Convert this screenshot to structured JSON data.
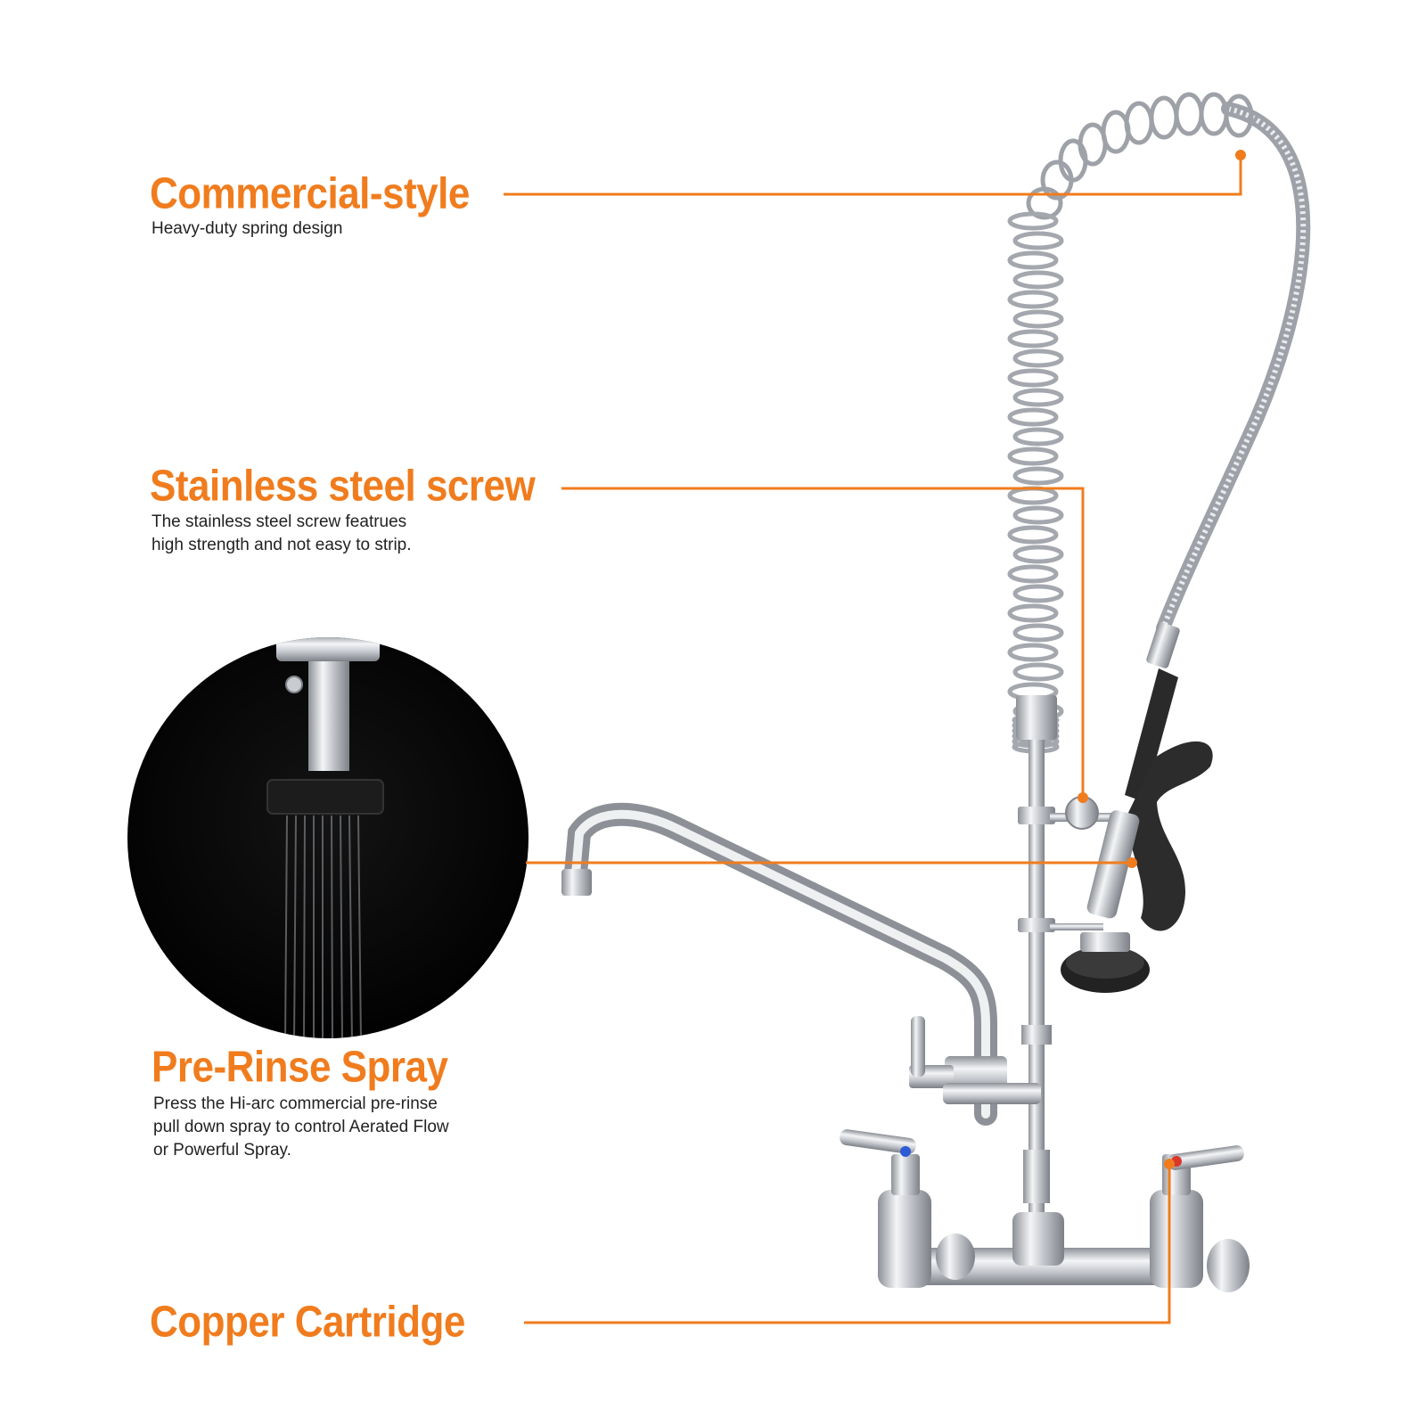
{
  "features": [
    {
      "title": "Commercial-style",
      "description": [
        "Heavy-duty spring design"
      ]
    },
    {
      "title": "Stainless steel screw",
      "description": [
        "The stainless steel screw featrues",
        "high strength and not easy to strip."
      ]
    },
    {
      "title": "Pre-Rinse Spray",
      "description": [
        "Press the Hi-arc commercial pre-rinse",
        "pull down spray to control Aerated Flow",
        "or Powerful Spray."
      ]
    },
    {
      "title": "Copper Cartridge",
      "description": []
    }
  ],
  "colors": {
    "accent": "#f07c1e",
    "text": "#222222",
    "chrome": "#c9ccd1",
    "rubber": "#2a2a2a"
  },
  "icons": {
    "faucet": "pre-rinse-faucet-illustration",
    "spray_closeup": "spray-head-closeup-illustration"
  }
}
